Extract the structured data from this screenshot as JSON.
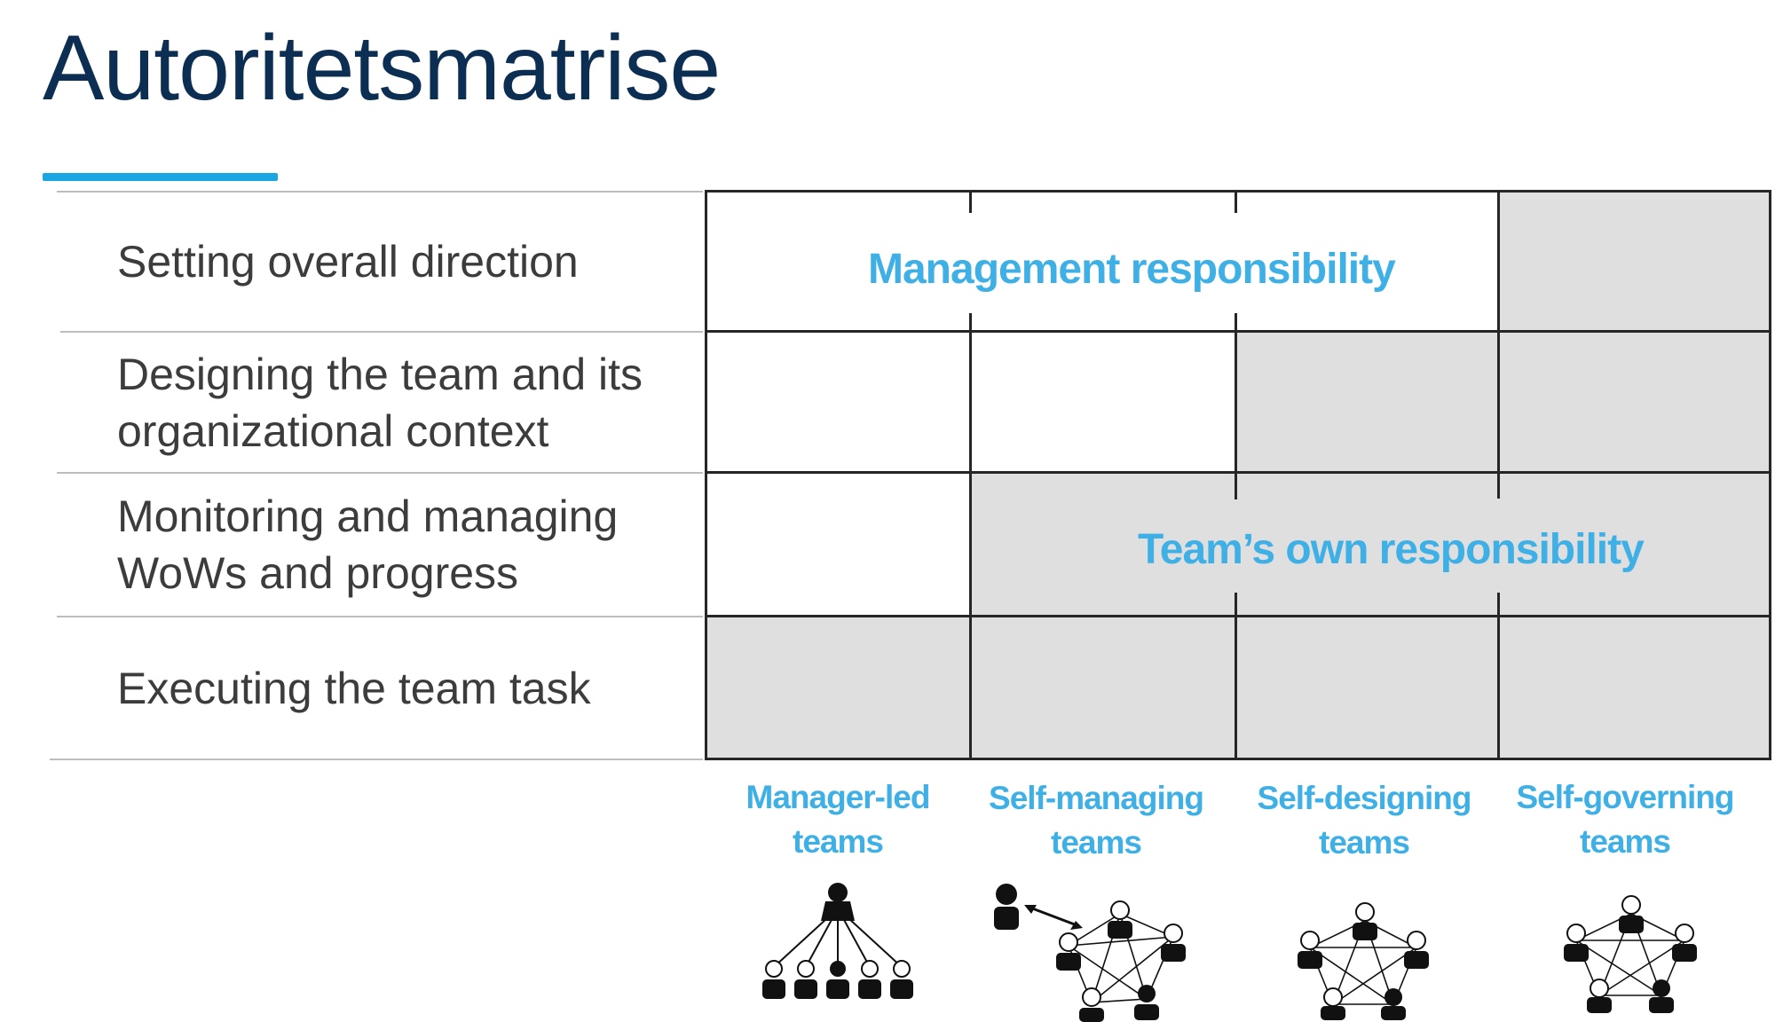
{
  "title": "Autoritetsmatrise",
  "rows": [
    {
      "label": "Setting overall direction"
    },
    {
      "label": "Designing the team and its organizational context"
    },
    {
      "label": "Monitoring and managing WoWs and progress"
    },
    {
      "label": "Executing the team task"
    }
  ],
  "regions": {
    "management": "Management responsibility",
    "team": "Team’s own responsibility"
  },
  "columns": [
    {
      "line1": "Manager-led",
      "line2": "teams",
      "icon": "manager-led-team-icon"
    },
    {
      "line1": "Self-managing",
      "line2": "teams",
      "icon": "self-managing-team-icon"
    },
    {
      "line1": "Self-designing",
      "line2": "teams",
      "icon": "self-designing-team-icon"
    },
    {
      "line1": "Self-governing",
      "line2": "teams",
      "icon": "self-governing-team-icon"
    }
  ],
  "colors": {
    "title": "#0b2e52",
    "accent": "#1aa6e3",
    "label_blue": "#3fb0e6",
    "shaded_cell": "#dfdfdf"
  }
}
